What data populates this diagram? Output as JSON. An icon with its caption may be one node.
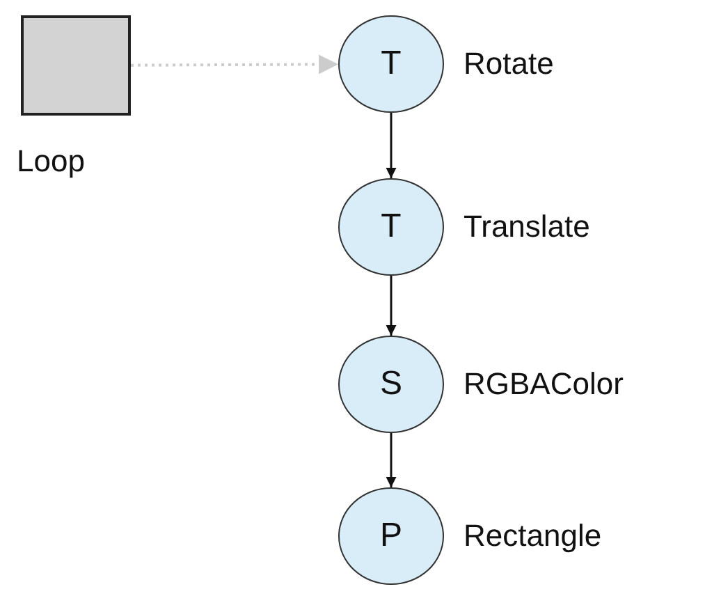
{
  "diagram": {
    "nodes": [
      {
        "text": [],
        "shape": "box",
        "beside": [
          "Loop"
        ]
      },
      {
        "text": [
          "T"
        ],
        "beside": [
          "Rotate"
        ]
      },
      {
        "text": [
          "T"
        ],
        "beside": [
          "Translate"
        ]
      },
      {
        "text": [
          "S"
        ],
        "beside": [
          "RGBAColor"
        ]
      },
      {
        "text": [
          "P"
        ],
        "beside": [
          "Rectangle"
        ]
      }
    ],
    "edges": [
      {
        "from": 0,
        "to": 1,
        "arrow": "to",
        "style": "dashed",
        "color": "#cccccc"
      },
      {
        "from": 1,
        "to": 2,
        "arrow": "to"
      },
      {
        "from": 2,
        "to": 3,
        "arrow": "to"
      },
      {
        "from": 3,
        "to": 4,
        "arrow": "to"
      }
    ]
  }
}
